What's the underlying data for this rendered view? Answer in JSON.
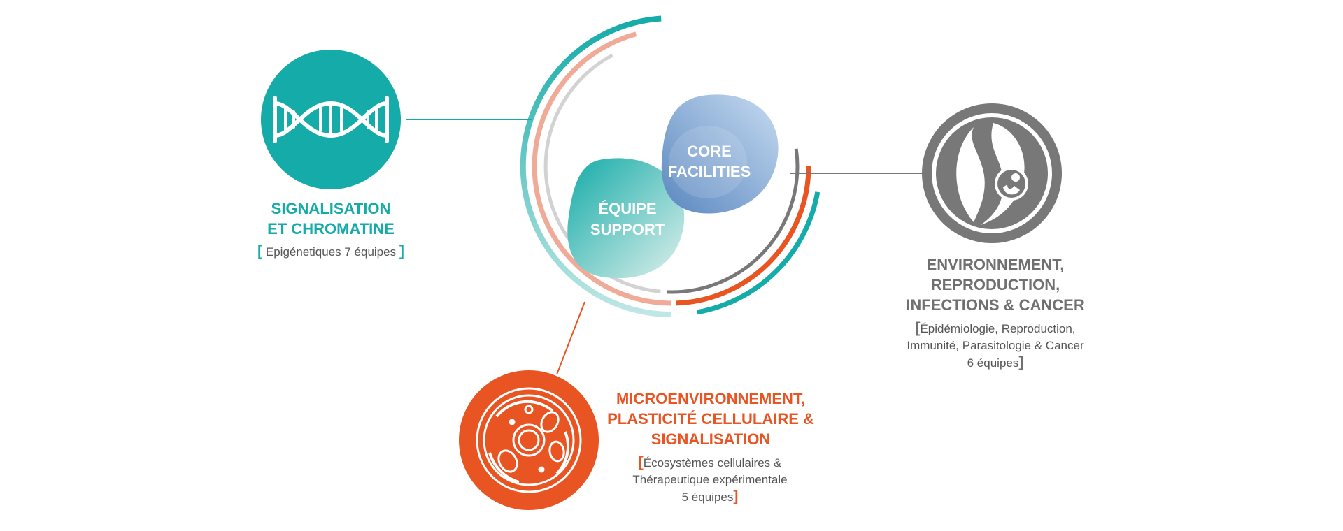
{
  "colors": {
    "teal": "#14aba8",
    "orange": "#e85422",
    "gray": "#787878",
    "salmon": "#eea28d",
    "blue": "#7ea6d6"
  },
  "center": {
    "core_facilities": [
      "CORE",
      "FACILITIES"
    ],
    "equipe_support": [
      "ÉQUIPE",
      "SUPPORT"
    ]
  },
  "nodes": {
    "signalisation": {
      "icon": "dna-icon",
      "title": [
        "SIGNALISATION",
        "ET CHROMATINE"
      ],
      "sub": {
        "open": "[",
        "lines": [
          "Epigénetiques 7 équipes"
        ],
        "close": "]"
      }
    },
    "environnement": {
      "icon": "pregnancy-icon",
      "title": [
        "ENVIRONNEMENT,",
        "REPRODUCTION,",
        "INFECTIONS & CANCER"
      ],
      "sub": {
        "open": "[",
        "lines": [
          "Épidémiologie, Reproduction,",
          "Immunité, Parasitologie & Cancer",
          "6 équipes"
        ],
        "close": "]"
      }
    },
    "microenvironnement": {
      "icon": "cell-icon",
      "title": [
        "MICROENVIRONNEMENT,",
        "PLASTICITÉ CELLULAIRE &",
        "SIGNALISATION"
      ],
      "sub": {
        "open": "[",
        "lines": [
          "Écosystèmes cellulaires &",
          "Thérapeutique expérimentale",
          "5 équipes"
        ],
        "close": "]"
      }
    }
  }
}
